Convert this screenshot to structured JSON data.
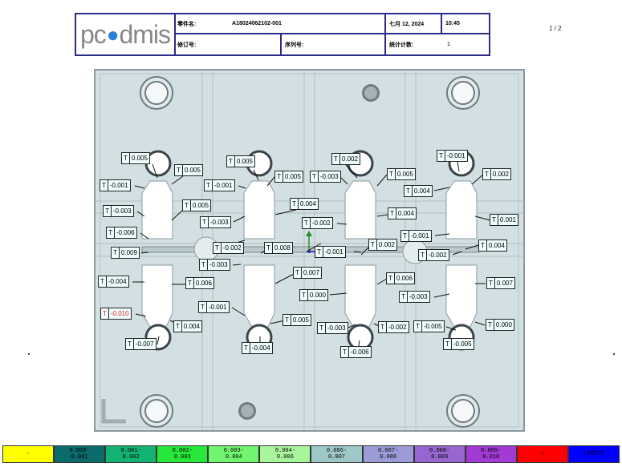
{
  "header": {
    "logo_text": "pcdmis",
    "part_name_label": "零件名:",
    "part_name_value": "A18024062102-001",
    "date": "七月 12, 2024",
    "time": "10:45",
    "revision_label": "修订号:",
    "serial_label": "序列号:",
    "stats_label": "统计计数:",
    "stats_value": "1"
  },
  "page_indicator": "1 / 2",
  "labels": [
    {
      "t": "T",
      "v": "0.005"
    },
    {
      "t": "T",
      "v": "0.005"
    },
    {
      "t": "T",
      "v": "-0.001"
    },
    {
      "t": "T",
      "v": "0.005"
    },
    {
      "t": "T",
      "v": "-0.003"
    },
    {
      "t": "T",
      "v": "-0.006"
    },
    {
      "t": "T",
      "v": "0.009"
    },
    {
      "t": "T",
      "v": "-0.004"
    },
    {
      "t": "T",
      "v": "0.006"
    },
    {
      "t": "T",
      "v": "-0.010",
      "red": true
    },
    {
      "t": "T",
      "v": "0.004"
    },
    {
      "t": "T",
      "v": "-0.007"
    },
    {
      "t": "T",
      "v": "0.005"
    },
    {
      "t": "T",
      "v": "0.005"
    },
    {
      "t": "T",
      "v": "-0.001"
    },
    {
      "t": "T",
      "v": "-0.003"
    },
    {
      "t": "T",
      "v": "-0.002"
    },
    {
      "t": "T",
      "v": "-0.003"
    },
    {
      "t": "T",
      "v": "0.008"
    },
    {
      "t": "T",
      "v": "-0.001"
    },
    {
      "t": "T",
      "v": "0.005"
    },
    {
      "t": "T",
      "v": "-0.004"
    },
    {
      "t": "T",
      "v": "0.002"
    },
    {
      "t": "T",
      "v": "-0.003"
    },
    {
      "t": "T",
      "v": "0.005"
    },
    {
      "t": "T",
      "v": "0.004"
    },
    {
      "t": "T",
      "v": "-0.002"
    },
    {
      "t": "T",
      "v": "0.004"
    },
    {
      "t": "T",
      "v": "0.002"
    },
    {
      "t": "T",
      "v": "-0.001"
    },
    {
      "t": "T",
      "v": "0.007"
    },
    {
      "t": "T",
      "v": "0.000"
    },
    {
      "t": "T",
      "v": "0.006"
    },
    {
      "t": "T",
      "v": "-0.003"
    },
    {
      "t": "T",
      "v": "-0.002"
    },
    {
      "t": "T",
      "v": "-0.006"
    },
    {
      "t": "T",
      "v": "-0.001"
    },
    {
      "t": "T",
      "v": "0.002"
    },
    {
      "t": "T",
      "v": "0.004"
    },
    {
      "t": "T",
      "v": "0.001"
    },
    {
      "t": "T",
      "v": "-0.001"
    },
    {
      "t": "T",
      "v": "0.004"
    },
    {
      "t": "T",
      "v": "-0.002"
    },
    {
      "t": "T",
      "v": "0.007"
    },
    {
      "t": "T",
      "v": "-0.003"
    },
    {
      "t": "T",
      "v": "-0.005"
    },
    {
      "t": "T",
      "v": "0.000"
    },
    {
      "t": "T",
      "v": "-0.005"
    }
  ],
  "legend": [
    {
      "text": "-",
      "color": "#ffff00",
      "fg": "#000"
    },
    {
      "text": "0.000-\n0.001",
      "color": "#0b6b6b",
      "fg": "#000"
    },
    {
      "text": "0.001-\n0.002",
      "color": "#14b374",
      "fg": "#000"
    },
    {
      "text": "0.002-\n0.003",
      "color": "#27e83a",
      "fg": "#000"
    },
    {
      "text": "0.003-\n0.004",
      "color": "#72f56e",
      "fg": "#000"
    },
    {
      "text": "0.004-\n0.006",
      "color": "#a8f59c",
      "fg": "#000"
    },
    {
      "text": "0.006-\n0.007",
      "color": "#9ec8c8",
      "fg": "#000"
    },
    {
      "text": "0.007-\n0.008",
      "color": "#9b9bd8",
      "fg": "#000"
    },
    {
      "text": "0.008-\n0.009",
      "color": "#9866d0",
      "fg": "#000"
    },
    {
      "text": "0.009-\n0.010",
      "color": "#a23ad4",
      "fg": "#000"
    },
    {
      "text": "+",
      "color": "#ff0000",
      "fg": "#000"
    },
    {
      "text": "LIMITS",
      "color": "#0000ff",
      "fg": "#000"
    }
  ],
  "colors": {
    "border": "#2b2b8a",
    "plate": "#d3e0e3",
    "plate_edge": "#8a9aa0"
  }
}
